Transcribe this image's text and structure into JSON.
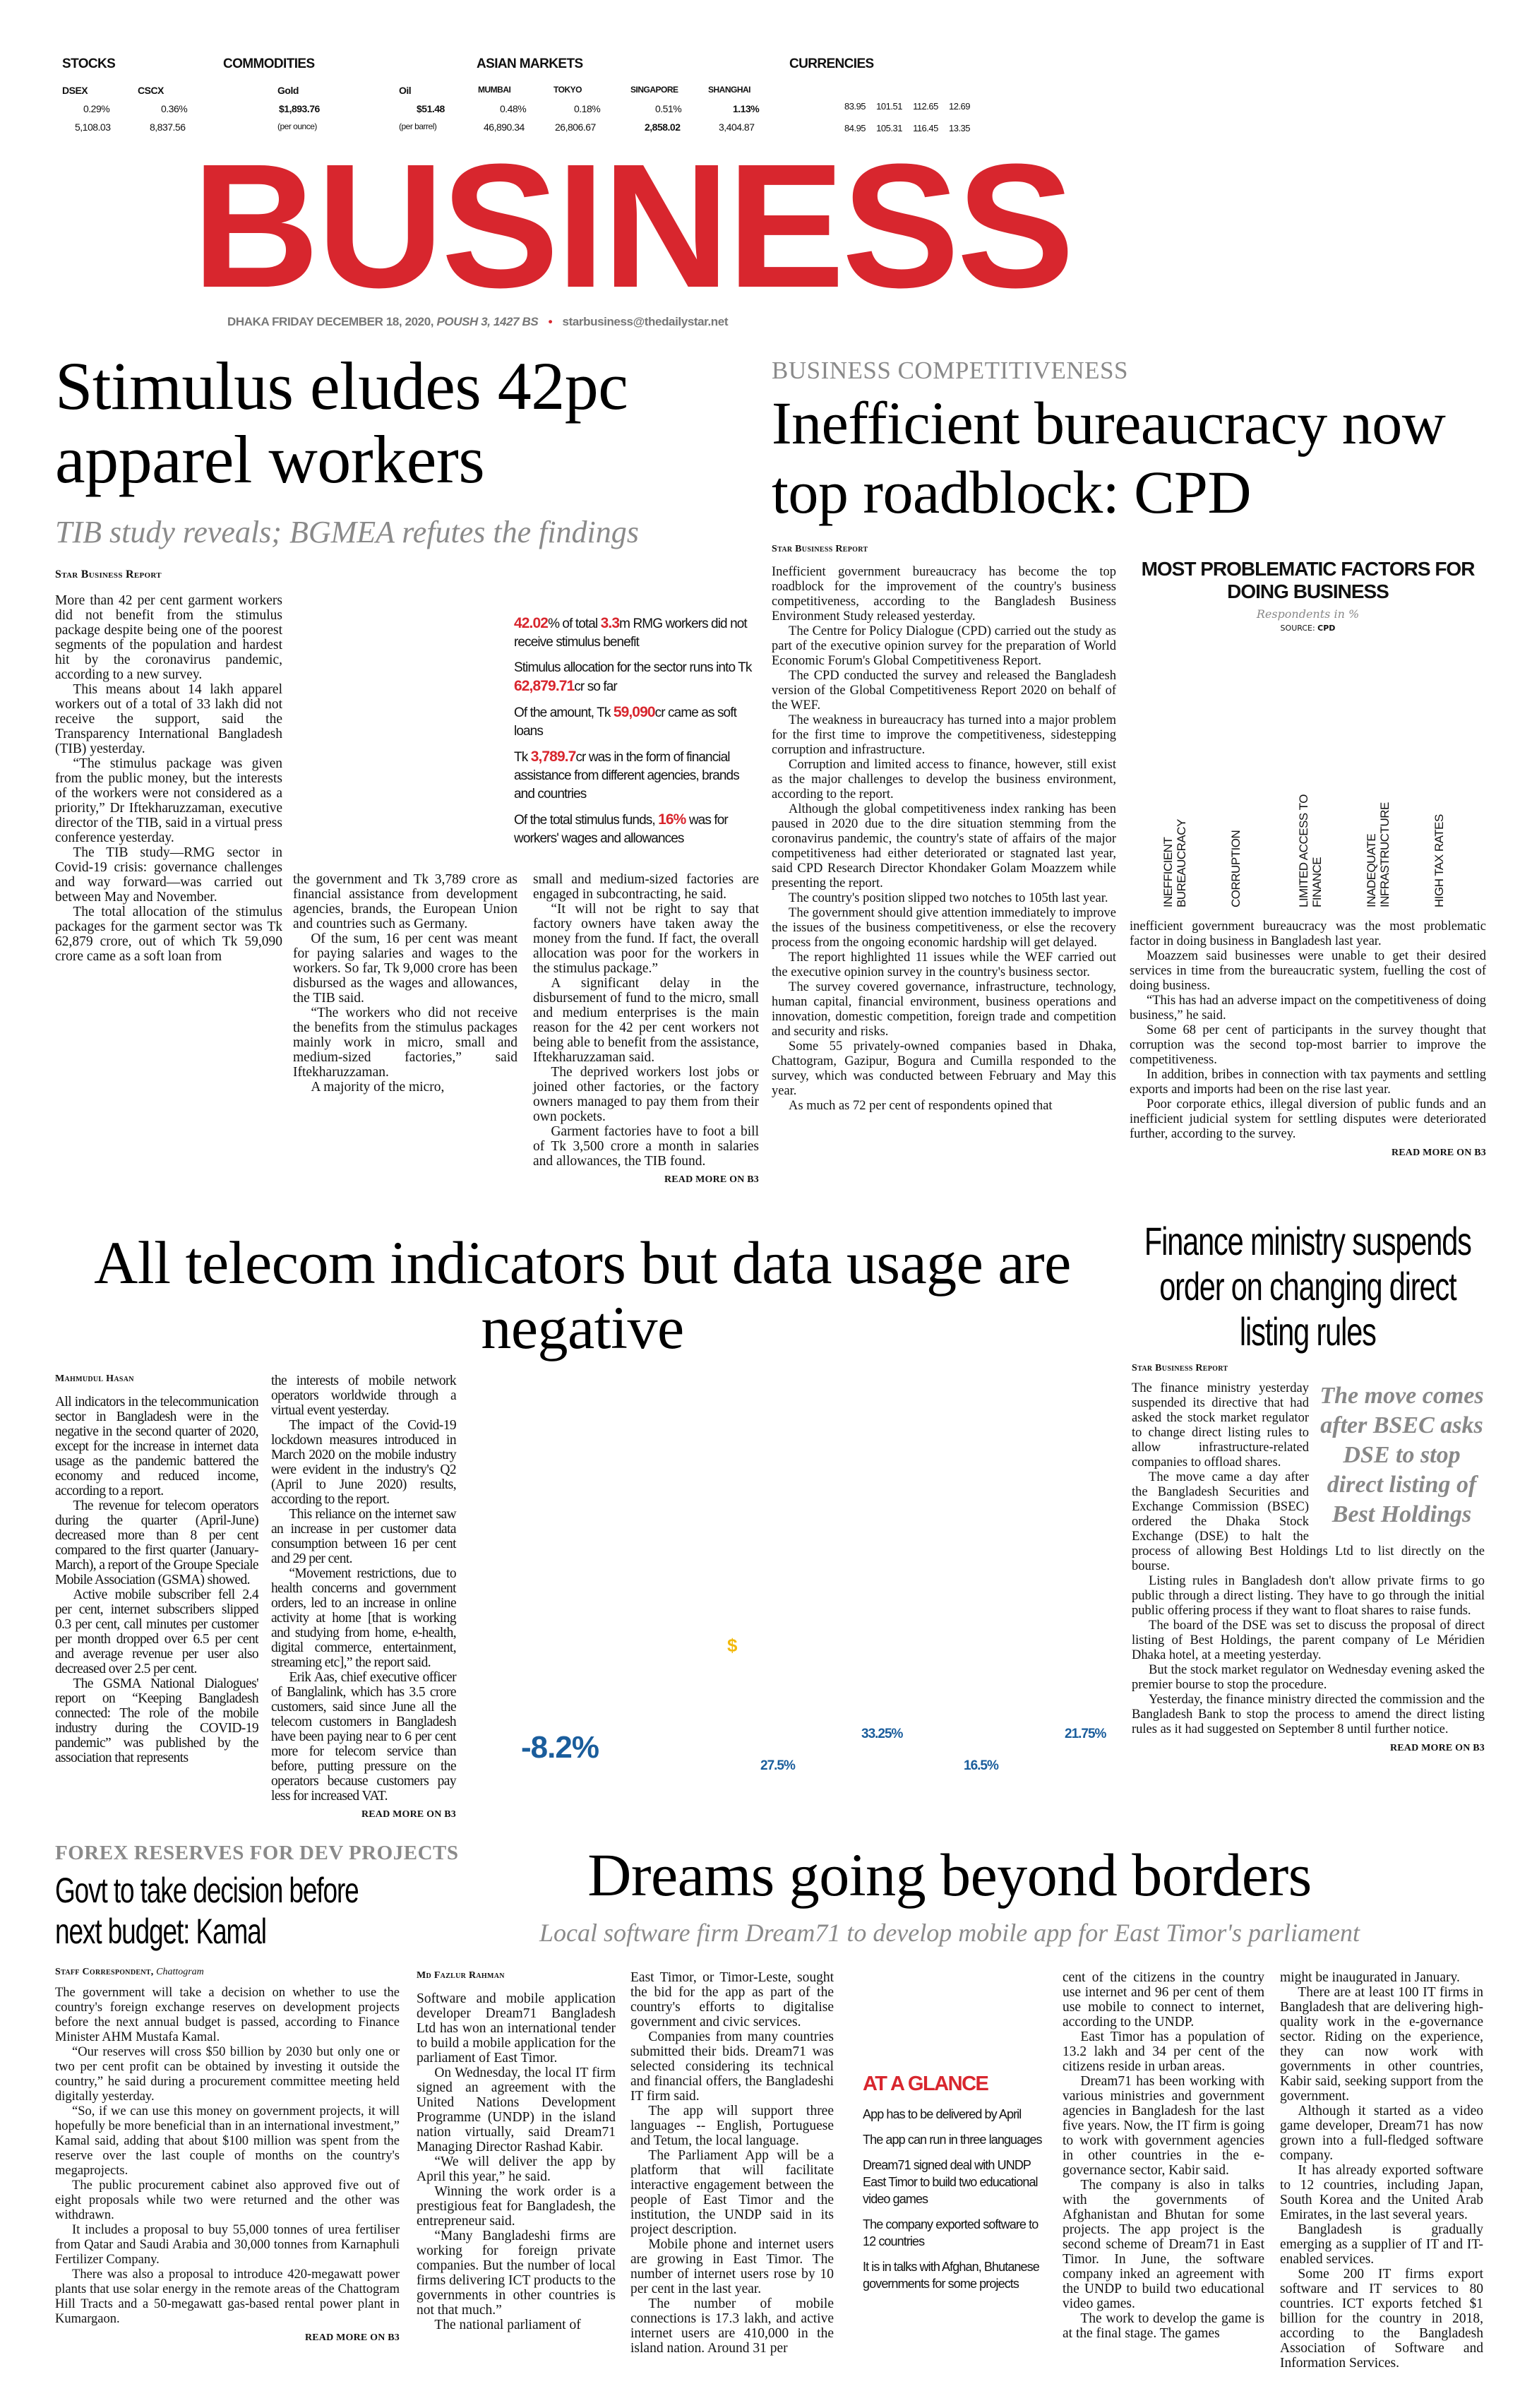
{
  "ticker": {
    "stocks": {
      "label": "STOCKS",
      "items": [
        {
          "name": "DSEX",
          "change": "0.29%",
          "value": "5,108.03"
        },
        {
          "name": "CSCX",
          "change": "0.36%",
          "value": "8,837.56"
        }
      ]
    },
    "commodities": {
      "label": "COMMODITIES",
      "items": [
        {
          "name": "Gold",
          "value": "$1,893.76",
          "unit": "(per ounce)"
        },
        {
          "name": "Oil",
          "value": "$51.48",
          "unit": "(per barrel)"
        }
      ]
    },
    "asian_markets": {
      "label": "ASIAN MARKETS",
      "items": [
        {
          "name": "MUMBAI",
          "change": "0.48%",
          "value": "46,890.34"
        },
        {
          "name": "TOKYO",
          "change": "0.18%",
          "value": "26,806.67"
        },
        {
          "name": "SINGAPORE",
          "change": "0.51%",
          "value": "2,858.02"
        },
        {
          "name": "SHANGHAI",
          "change": "1.13%",
          "value": "3,404.87"
        }
      ]
    },
    "currencies": {
      "label": "CURRENCIES",
      "rows": [
        [
          "83.95",
          "101.51",
          "112.65",
          "12.69"
        ],
        [
          "84.95",
          "105.31",
          "116.45",
          "13.35"
        ]
      ]
    }
  },
  "masthead": {
    "title": "BUSINESS",
    "dateline": "DHAKA FRIDAY DECEMBER 18, 2020,",
    "dateline_bs": "POUSH 3, 1427 BS",
    "bullet": "•",
    "email": "starbusiness@thedailystar.net"
  },
  "colors": {
    "brand_red": "#d8262e",
    "chart_blue": "#1a5d9c",
    "kicker_grey": "#8a8a8a"
  },
  "story_stimulus": {
    "headline": "Stimulus eludes 42pc apparel workers",
    "subhead": "TIB study reveals; BGMEA refutes the findings",
    "byline": "Star Business Report",
    "col1": [
      "More than 42 per cent garment workers did not benefit from the stimulus package despite being one of the poorest segments of the population and hardest hit by the coronavirus pandemic, according to a new survey.",
      "This means about 14 lakh apparel workers out of a total of 33 lakh did not receive the support, said the Transparency International Bangladesh (TIB) yesterday.",
      "“The stimulus package was given from the public money, but the interests of the workers were not considered as a priority,” Dr Iftekharuzzaman, executive director of the TIB, said in a virtual press conference yesterday.",
      "The TIB study—RMG sector in Covid-19 crisis: governance challenges and way forward—was carried out between May and November.",
      "The total allocation of the stimulus packages for the garment sector was Tk 62,879 crore, out of which Tk 59,090 crore came as a soft loan from"
    ],
    "col2": [
      "the government and Tk 3,789 crore as financial assistance from development agencies, brands, the European Union and countries such as Germany.",
      "Of the sum, 16 per cent was meant for paying salaries and wages to the workers. So far, Tk 9,000 crore has been disbursed as the wages and allowances, the TIB said."
    ],
    "col2_narrow": [
      "“The workers who did not receive the benefits from the stimulus packages mainly work in micro, small and medium-sized factories,” said Iftekharuzzaman.",
      "A majority of the micro,"
    ],
    "col3": [
      "small and medium-sized factories are engaged in subcontracting, he said.",
      "“It will not be right to say that factory owners have taken away the money from the fund. If fact, the overall allocation was poor for the workers in the stimulus package.”",
      "A significant delay in the disbursement of fund to the micro, small and medium enterprises is the main reason for the 42 per cent workers not being able to benefit from the assistance, Iftekharuzzaman said.",
      "The deprived workers lost jobs or joined other factories, or the factory owners managed to pay them from their own pockets.",
      "Garment factories have to foot a bill of Tk 3,500 crore a month in salaries and allowances, the TIB found."
    ],
    "read_more": "READ MORE ON B3",
    "factbox": [
      [
        {
          "t": "42.02",
          "red": true
        },
        {
          "t": "% of total "
        },
        {
          "t": "3.3",
          "red": true
        },
        {
          "t": "m RMG workers did not receive stimulus benefit"
        }
      ],
      [
        {
          "t": "Stimulus allocation for the sector runs into Tk "
        },
        {
          "t": "62,879.71",
          "red": true
        },
        {
          "t": "cr so far"
        }
      ],
      [
        {
          "t": "Of the amount, Tk "
        },
        {
          "t": "59,090",
          "red": true
        },
        {
          "t": "cr came as soft loans"
        }
      ],
      [
        {
          "t": "Tk "
        },
        {
          "t": "3,789.7",
          "red": true
        },
        {
          "t": "cr was in the form of financial assistance from different agencies, brands and countries"
        }
      ],
      [
        {
          "t": "Of the total stimulus funds, "
        },
        {
          "t": "16%",
          "red": true
        },
        {
          "t": " was for workers' wages and allowances"
        }
      ]
    ]
  },
  "story_cpd": {
    "kicker": "BUSINESS COMPETITIVENESS",
    "headline": "Inefficient bureaucracy now top roadblock: CPD",
    "byline": "Star Business Report",
    "col1": [
      "Inefficient government bureaucracy has become the top roadblock for the improvement of the country's business competitiveness, according to the Bangladesh Business Environment Study released yesterday.",
      "The Centre for Policy Dialogue (CPD) carried out the study as part of the executive opinion survey for the preparation of World Economic Forum's Global Competitiveness Report.",
      "The CPD conducted the survey and released the Bangladesh version of the Global Competitiveness Report 2020 on behalf of the WEF.",
      "The weakness in bureaucracy has turned into a major problem for the first time to improve the competitiveness, sidestepping corruption and infrastructure.",
      "Corruption and limited access to finance, however, still exist as the major challenges to develop the business environment, according to the report.",
      "Although the global competitiveness index ranking has been paused in 2020 due to the dire situation stemming from the coronavirus pandemic, the country's state of affairs of the major competitiveness had either deteriorated or stagnated last year, said CPD Research Director Khondaker Golam Moazzem while presenting the report.",
      "The country's position slipped two notches to 105th last year.",
      "The government should give attention immediately to improve the issues of the business competitiveness, or else the recovery process from the ongoing economic hardship will get delayed.",
      "The report highlighted 11 issues while the WEF carried out the executive opinion survey in the country's business sector.",
      "The survey covered governance, infrastructure, technology, human capital, financial environment, business operations and innovation, domestic competition, foreign trade and competition and security and risks.",
      "Some 55 privately-owned companies based in Dhaka, Chattogram, Gazipur, Bogura and Cumilla responded to the survey, which was conducted between February and May this year.",
      "As much as 72 per cent of respondents opined that"
    ],
    "col2": [
      "inefficient government bureaucracy was the most problematic factor in doing business in Bangladesh last year.",
      "Moazzem said businesses were unable to get their desired services in time from the bureaucratic system, fuelling the cost of doing business.",
      "“This has had an adverse impact on the competitiveness of doing business,” he said.",
      "Some 68 per cent of participants in the survey thought that corruption was the second top-most barrier to improve the competitiveness.",
      "In addition, bribes in connection with tax payments and settling exports and imports had been on the rise last year.",
      "Poor corporate ethics, illegal diversion of public funds and an inefficient judicial system for settling disputes were deteriorated further, according to the survey."
    ],
    "read_more": "READ MORE ON B3",
    "chart": {
      "title": "MOST PROBLEMATIC FACTORS FOR DOING BUSINESS",
      "subtitle": "Respondents in %",
      "source_label": "SOURCE:",
      "source": "CPD",
      "categories": [
        "INEFFICIENT BUREAUCRACY",
        "CORRUPTION",
        "LIMITED ACCESS TO FINANCE",
        "INADEQUATE INFRASTRUCTURE",
        "HIGH TAX RATES"
      ]
    }
  },
  "story_telecom": {
    "headline": "All telecom indicators but data usage are negative",
    "byline": "Mahmudul Hasan",
    "col1": [
      "All indicators in the telecommunication sector in Bangladesh were in the negative in the second quarter of 2020, except for the increase in internet data usage as the pandemic battered the economy and reduced income, according to a report.",
      "The revenue for telecom operators during the quarter (April-June) decreased more than 8 per cent compared to the first quarter (January-March), a report of the Groupe Speciale Mobile Association (GSMA) showed.",
      "Active mobile subscriber fell 2.4 per cent, internet subscribers slipped 0.3 per cent, call minutes per customer per month dropped over 6.5 per cent and average revenue per user also decreased over 2.5 per cent.",
      "The GSMA National Dialogues' report on “Keeping Bangladesh connected: The role of the mobile industry during the COVID-19 pandemic” was published by the association that represents"
    ],
    "col2": [
      "the interests of mobile network operators worldwide through a virtual event yesterday.",
      "The impact of the Covid-19 lockdown measures introduced in March 2020 on the mobile industry were evident in the industry's Q2 (April to June 2020) results, according to the report.",
      "This reliance on the internet saw an increase in per customer data consumption between 16 per cent and 29 per cent.",
      "“Movement restrictions, due to health concerns and government orders, led to an increase in online activity at home [that is working and studying from home, e-health, digital commerce, entertainment, streaming etc],” the report said.",
      "Erik Aas, chief executive officer of Banglalink, which has 3.5 crore customers, said since June all the telecom customers in Bangladesh have been paying near to 6 per cent more for telecom service than before, putting pressure on the operators because customers pay less for increased VAT."
    ],
    "read_more": "READ MORE ON B3",
    "graphic": {
      "currency_icon": "$",
      "values": [
        "-8.2%",
        "27.5%",
        "33.25%",
        "16.5%",
        "21.75%"
      ]
    }
  },
  "story_finance": {
    "headline": "Finance ministry suspends order on changing direct listing rules",
    "byline": "Star Business Report",
    "pull_quote": "The move comes after BSEC asks DSE to stop direct listing of Best Holdings",
    "col_narrow": [
      "The finance ministry yesterday suspended its directive that had asked the stock market regulator to change direct listing rules to allow infrastructure-related companies to offload shares.",
      "The move came a day after the Bangladesh Securities and Exchange Commission (BSEC) ordered the Dhaka Stock Exchange (DSE) to halt the process of allowing Best Holdings Ltd to list directly on the bourse."
    ],
    "col_wide": [
      "Listing rules in Bangladesh don't allow private firms to go public through a direct listing. They have to go through the initial public offering process if they want to float shares to raise funds.",
      "The board of the DSE was set to discuss the proposal of direct listing of Best Holdings, the parent company of Le Méridien Dhaka hotel, at a meeting yesterday.",
      "But the stock market regulator on Wednesday evening asked the premier bourse to stop the procedure.",
      "Yesterday, the finance ministry directed the commission and the Bangladesh Bank to stop the process to amend the direct listing rules as it had suggested on September 8 until further notice."
    ],
    "read_more": "READ MORE ON B3"
  },
  "story_forex": {
    "kicker": "FOREX RESERVES FOR DEV PROJECTS",
    "headline": "Govt to take decision before next budget: Kamal",
    "byline": "Staff Correspondent,",
    "byline_place": "Chattogram",
    "col": [
      "The government will take a decision on whether to use the country's foreign exchange reserves on development projects before the next annual budget is passed, according to Finance Minister AHM Mustafa Kamal.",
      "“Our reserves will cross $50 billion by 2030 but only one or two per cent profit can be obtained by investing it outside the country,” he said during a procurement committee meeting held digitally yesterday.",
      "“So, if we can use this money on government projects, it will hopefully be more beneficial than in an international investment,” Kamal said, adding that about $100 million was spent from the reserve over the last couple of months on the country's megaprojects.",
      "The public procurement cabinet also approved five out of eight proposals while two were returned and the other was withdrawn.",
      "It includes a proposal to buy 55,000 tonnes of urea fertiliser from Qatar and Saudi Arabia and 30,000 tonnes from Karnaphuli Fertilizer Company.",
      "There was also a proposal to introduce 420-megawatt power plants that use solar energy in the remote areas of the Chattogram Hill Tracts and a 50-megawatt gas-based rental power plant in Kumargaon."
    ],
    "read_more": "READ MORE ON B3"
  },
  "story_dreams": {
    "headline": "Dreams going beyond borders",
    "subhead": "Local software firm Dream71 to develop mobile app for East Timor's parliament",
    "byline": "Md Fazlur Rahman",
    "col1": [
      "Software and mobile application developer Dream71 Bangladesh Ltd has won an international tender to build a mobile application for the parliament of East Timor.",
      "On Wednesday, the local IT firm signed an agreement with the United Nations Development Programme (UNDP) in the island nation virtually, said Dream71 Managing Director Rashad Kabir.",
      "“We will deliver the app by April this year,” he said.",
      "Winning the work order is a prestigious feat for Bangladesh, the entrepreneur said.",
      "“Many Bangladeshi firms are working for foreign private companies. But the number of local firms delivering ICT products to the governments in other countries is not that much.”",
      "The national parliament of"
    ],
    "col2": [
      "East Timor, or Timor-Leste, sought the bid for the app as part of the country's efforts to digitalise government and civic services.",
      "Companies from many countries submitted their bids. Dream71 was selected considering its technical and financial offers, the Bangladeshi IT firm said.",
      "The app will support three languages -- English, Portuguese and Tetum, the local language.",
      "The Parliament App will be a platform that will facilitate interactive engagement between the people of East Timor and the institution, the UNDP said in its project description.",
      "Mobile phone and internet users are growing in East Timor. The number of internet users rose by 10 per cent in the last year.",
      "The number of mobile connections is 17.3 lakh, and active internet users are 410,000 in the island nation. Around 31 per"
    ],
    "col3": [
      "cent of the citizens in the country use internet and 96 per cent of them use mobile to connect to internet, according to the UNDP.",
      "East Timor has a population of 13.2 lakh and 34 per cent of the citizens reside in urban areas.",
      "Dream71 has been working with various ministries and government agencies in Bangladesh for the last five years. Now, the IT firm is going to work with government agencies in other countries in the e-governance sector, Kabir said.",
      "The company is also in talks with the governments of Afghanistan and Bhutan for some projects. The app project is the second scheme of Dream71 in East Timor. In June, the software company inked an agreement with the UNDP to build two educational video games.",
      "The work to develop the game is at the final stage. The games"
    ],
    "col4": [
      "might be inaugurated in January.",
      "There are at least 100 IT firms in Bangladesh that are delivering high-quality work in the e-governance sector. Riding on the experience, they can now work with governments in other countries, Kabir said, seeking support from the government.",
      "Although it started as a video game developer, Dream71 has now grown into a full-fledged software company.",
      "It has already exported software to 12 countries, including Japan, South Korea and the United Arab Emirates, in the last several years.",
      "Bangladesh is gradually emerging as a supplier of IT and IT-enabled services.",
      "Some 200 IT firms export software and IT services to 80 countries. ICT exports fetched $1 billion for the country in 2018, according to the Bangladesh Association of Software and Information Services."
    ],
    "at_a_glance": {
      "title": "AT A GLANCE",
      "items": [
        "App has to be delivered by April",
        "The app can run in three languages",
        "Dream71 signed deal with UNDP East Timor to build two educational video games",
        "The company exported software to 12 countries",
        "It is in talks with Afghan, Bhutanese governments for some projects"
      ]
    }
  }
}
